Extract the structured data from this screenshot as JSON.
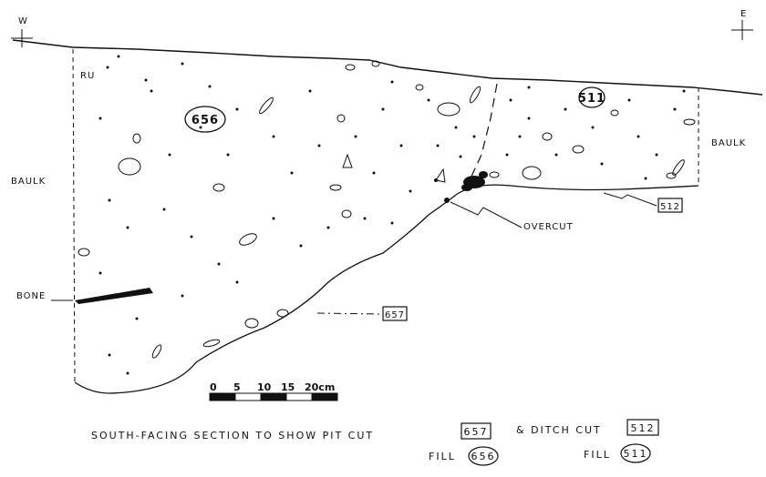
{
  "compass": {
    "west": "W",
    "east": "E"
  },
  "labels": {
    "bauk_left": "BAULK",
    "bauk_right": "BAULK",
    "bone": "BONE",
    "overcut": "OVERCUT",
    "corner_mark": "RU"
  },
  "contexts": {
    "fill_656": "656",
    "fill_511": "511",
    "cut_657": "657",
    "cut_512": "512"
  },
  "scale": {
    "ticks": [
      "0",
      "5",
      "10",
      "15",
      "20cm"
    ]
  },
  "caption": {
    "line1": "SOUTH-FACING SECTION TO SHOW PIT CUT",
    "cut1": "657",
    "and_ditch": "& DITCH CUT",
    "cut2": "512",
    "fill_label_1": "FILL",
    "fill1": "656",
    "fill_label_2": "FILL",
    "fill2": "511"
  },
  "colors": {
    "ink": "#111111",
    "paper": "#ffffff"
  }
}
